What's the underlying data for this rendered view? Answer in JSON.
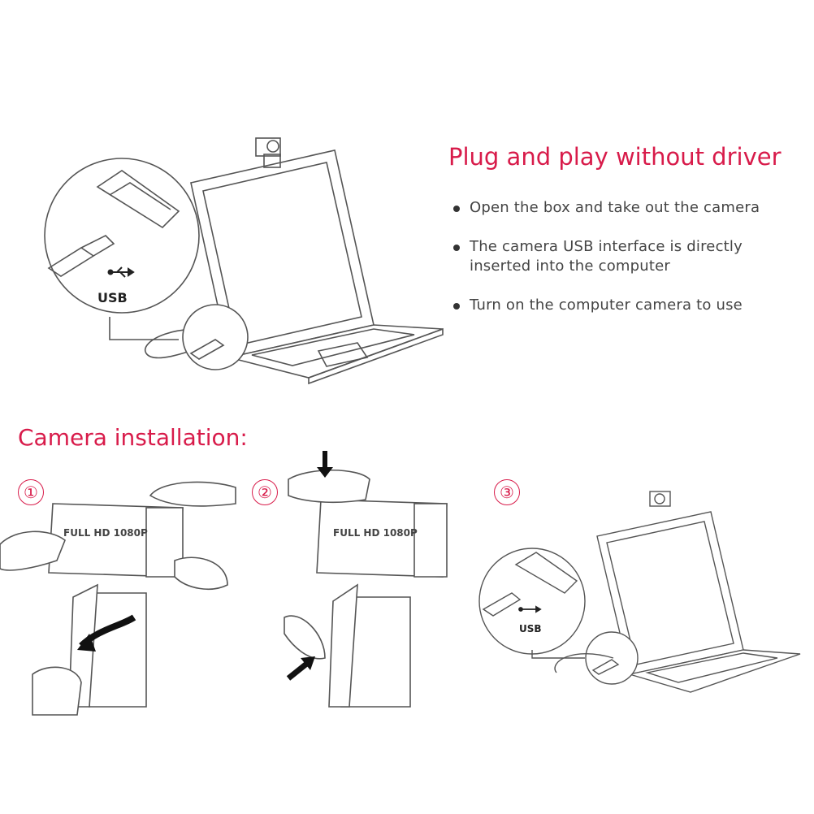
{
  "headline": "Plug and play without driver",
  "steps_list": [
    "Open the box and take out the camera",
    "The camera USB interface is directly inserted into the computer",
    "Turn on the computer camera to use"
  ],
  "install_title": "Camera installation:",
  "step_labels": [
    "①",
    "②",
    "③"
  ],
  "usb_label": "USB",
  "camera_badge": "FULL HD 1080P",
  "colors": {
    "accent": "#d81b4a",
    "text": "#444444",
    "line": "#555555"
  }
}
